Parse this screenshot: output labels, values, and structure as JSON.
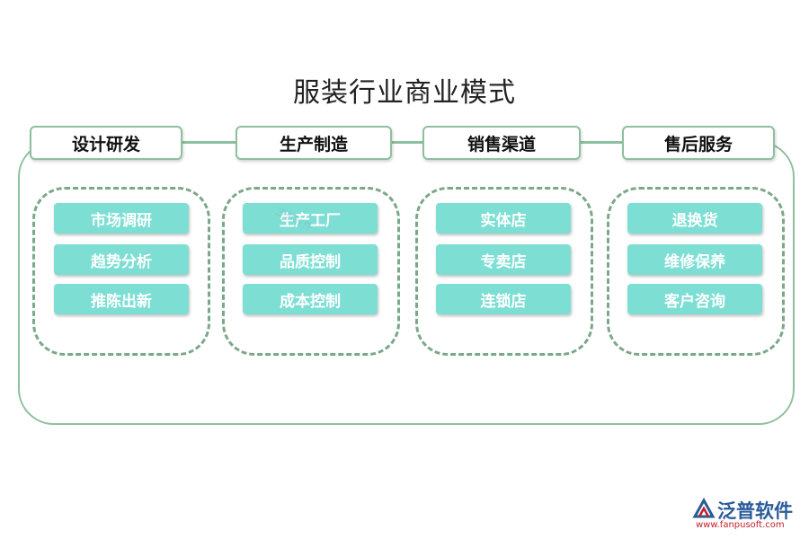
{
  "title": "服装行业商业模式",
  "columns": [
    {
      "header": "设计研发",
      "items": [
        "市场调研",
        "趋势分析",
        "推陈出新"
      ]
    },
    {
      "header": "生产制造",
      "items": [
        "生产工厂",
        "品质控制",
        "成本控制"
      ]
    },
    {
      "header": "销售渠道",
      "items": [
        "实体店",
        "专卖店",
        "连锁店"
      ]
    },
    {
      "header": "售后服务",
      "items": [
        "退换货",
        "维修保养",
        "客户咨询"
      ]
    }
  ],
  "watermark": "泛普软件",
  "logo": {
    "name": "泛普软件",
    "url": "www.fanpusoft.com"
  },
  "colors": {
    "border": "#8fbf9f",
    "dashed": "#7aa88a",
    "item_fill": "#7ddfd4",
    "logo_blue": "#2b5c9a",
    "logo_red": "#c2202a"
  }
}
